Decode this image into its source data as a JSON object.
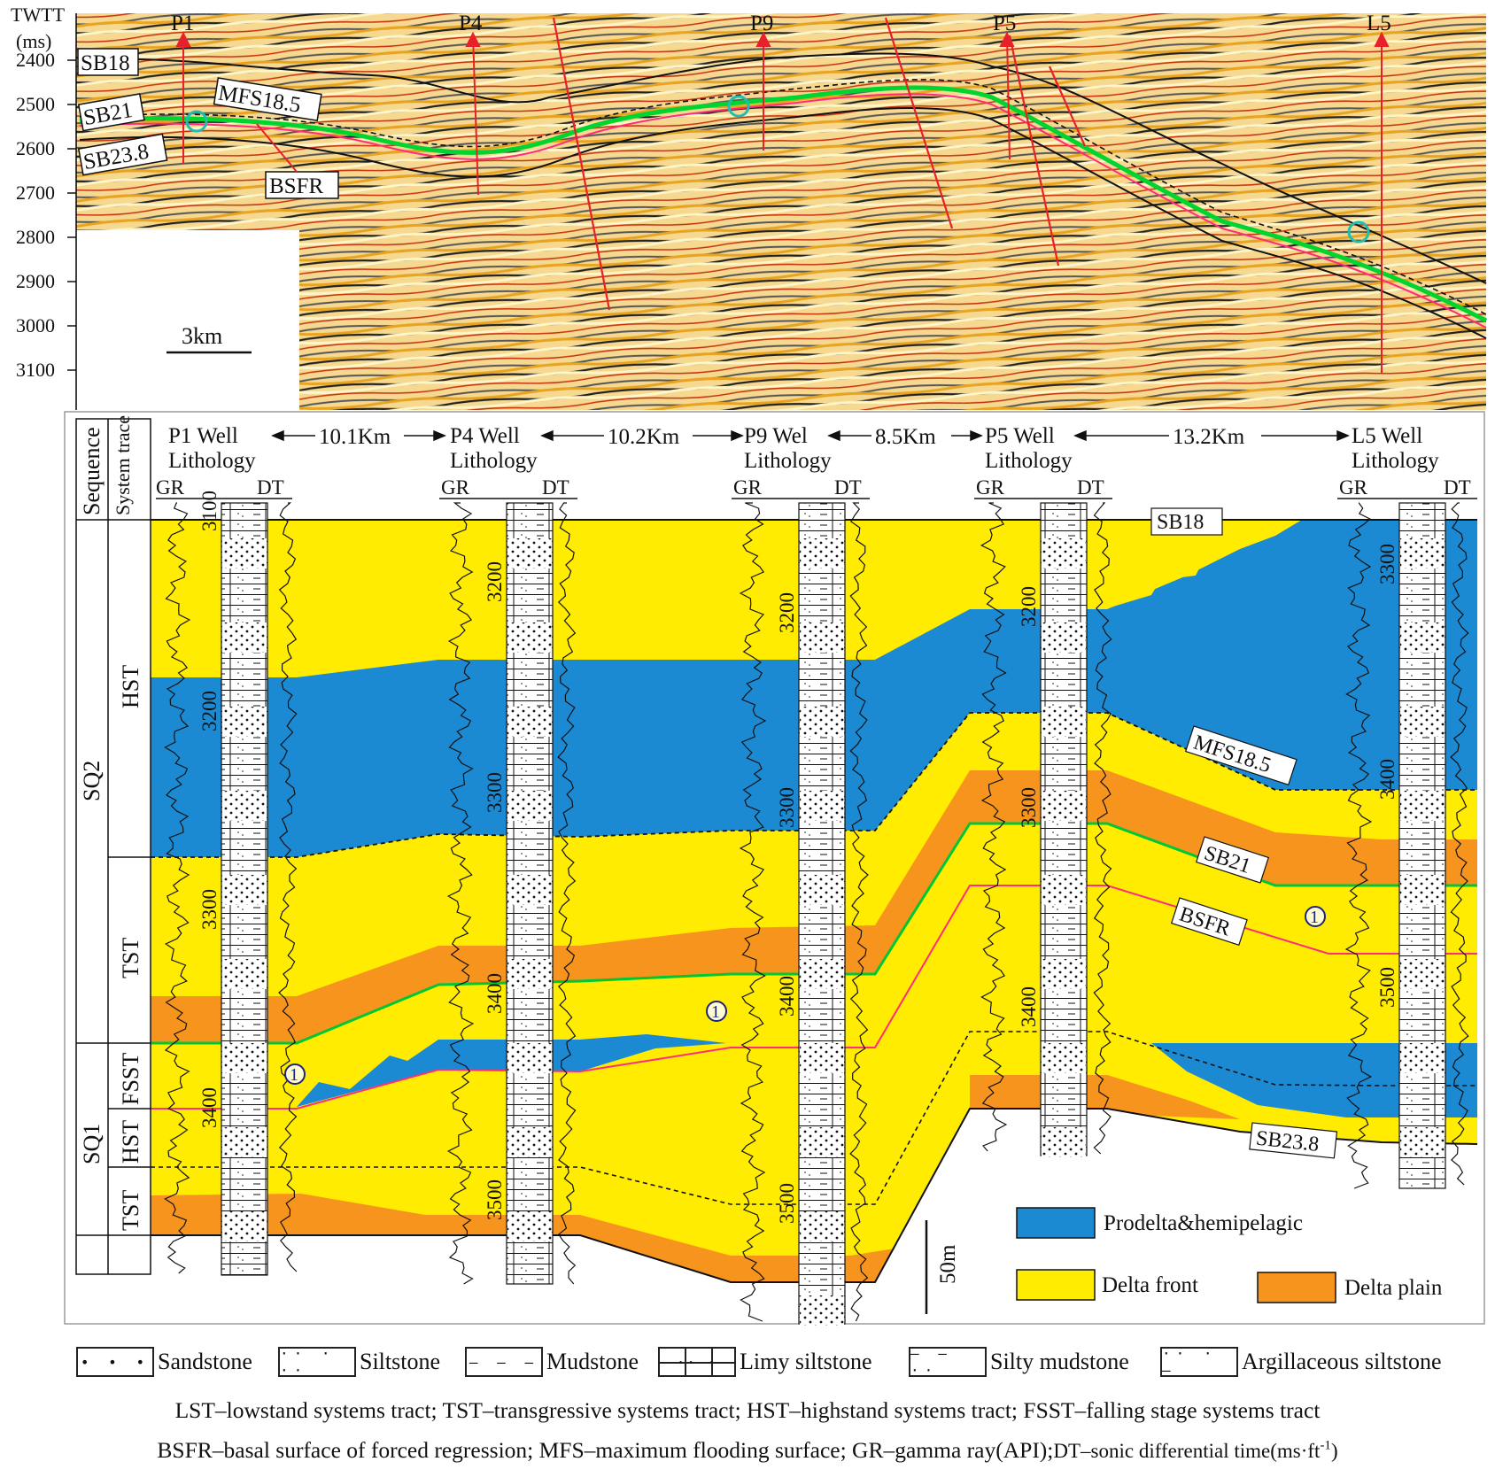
{
  "seismic_section": {
    "axis_title": "TWTT",
    "axis_unit": "(ms)",
    "ticks": [
      "2400",
      "2500",
      "2600",
      "2700",
      "2800",
      "2900",
      "3000",
      "3100"
    ],
    "wells": [
      "P1",
      "P4",
      "P9",
      "P5",
      "L5"
    ],
    "horizons": [
      "SB18",
      "MFS18.5",
      "SB21",
      "SB23.8",
      "BSFR"
    ],
    "scale_bar": "3km"
  },
  "correlation_panel": {
    "col_headers": [
      "Sequence",
      "System trace"
    ],
    "sequences": [
      "SQ2",
      "SQ1"
    ],
    "system_tracts": [
      "HST",
      "TST",
      "FSST",
      "HST",
      "TST"
    ],
    "wells": [
      {
        "name": "P1 Well",
        "sub": "Lithology",
        "gr": "GR",
        "dt": "DT",
        "depths": [
          "3100",
          "3200",
          "3300",
          "3400"
        ]
      },
      {
        "name": "P4 Well",
        "sub": "Lithology",
        "gr": "GR",
        "dt": "DT",
        "depths": [
          "3200",
          "3300",
          "3400",
          "3500"
        ]
      },
      {
        "name": "P9 Wel",
        "sub": "Lithology",
        "gr": "GR",
        "dt": "DT",
        "depths": [
          "3200",
          "3300",
          "3400",
          "3500"
        ]
      },
      {
        "name": "P5 Well",
        "sub": "Lithology",
        "gr": "GR",
        "dt": "DT",
        "depths": [
          "3200",
          "3300",
          "3400"
        ]
      },
      {
        "name": "L5 Well",
        "sub": "Lithology",
        "gr": "GR",
        "dt": "DT",
        "depths": [
          "3300",
          "3400",
          "3500"
        ]
      }
    ],
    "distances": [
      "10.1Km",
      "10.2Km",
      "8.5Km",
      "13.2Km"
    ],
    "surface_labels": [
      "SB18",
      "MFS18.5",
      "SB21",
      "BSFR",
      "SB23.8"
    ],
    "circle_marker": "1",
    "scale": "50m",
    "facies_legend": [
      {
        "label": "Prodelta&hemipelagic",
        "color": "#1b8ad3"
      },
      {
        "label": "Delta front",
        "color": "#ffec00"
      },
      {
        "label": "Delta plain",
        "color": "#f7941d"
      }
    ]
  },
  "lithology_legend": [
    "Sandstone",
    "Siltstone",
    "Mudstone",
    "Limy siltstone",
    "Silty mudstone",
    "Argillaceous siltstone"
  ],
  "definitions": [
    "LST–lowstand systems tract; TST–transgressive systems tract; HST–highstand systems tract; FSST–falling stage systems tract",
    "BSFR–basal surface of forced regression; MFS–maximum flooding surface; GR–gamma ray(API);",
    "DT–sonic differential time(ms·ft",
    "-1",
    ")"
  ]
}
